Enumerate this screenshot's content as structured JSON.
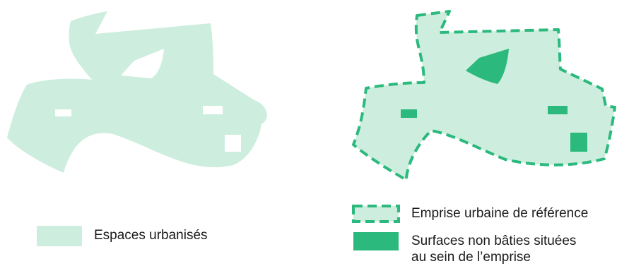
{
  "colors": {
    "light_green": "#cdeede",
    "dark_green": "#2bb97d",
    "text": "#1a1a1a",
    "background": "#ffffff"
  },
  "legend": {
    "left": {
      "urbanized_label": "Espaces urbanisés"
    },
    "right": {
      "emprise_label": "Emprise urbaine de référence",
      "non_bati_label_line1": "Surfaces non bâties situées",
      "non_bati_label_line2": "au sein de l’emprise"
    }
  }
}
